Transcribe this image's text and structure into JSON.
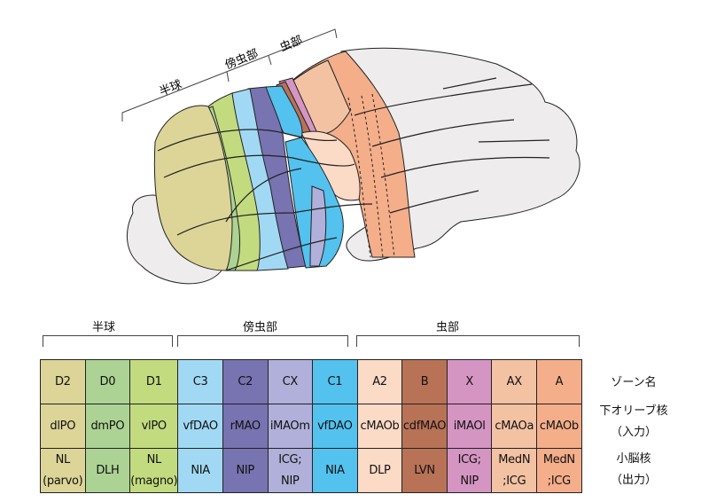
{
  "diagram_labels": {
    "hemisphere": "半球",
    "paravermis": "傍虫部",
    "vermis": "虫部"
  },
  "groups": [
    {
      "label": "半球"
    },
    {
      "label": "傍虫部"
    },
    {
      "label": "虫部"
    }
  ],
  "row_labels": {
    "zone": "ゾーン名",
    "input": "下オリーブ核",
    "input_sub": "（入力）",
    "output": "小脳核",
    "output_sub": "（出力）"
  },
  "zones": [
    {
      "name": "D2",
      "input": "dlPO",
      "output": "NL",
      "output2": "(parvo)",
      "color": "#dcd597"
    },
    {
      "name": "D0",
      "input": "dmPO",
      "output": "DLH",
      "output2": "",
      "color": "#acd394"
    },
    {
      "name": "D1",
      "input": "vlPO",
      "output": "NL",
      "output2": "(magno)",
      "color": "#c3db7f"
    },
    {
      "name": "C3",
      "input": "vfDAO",
      "output": "NIA",
      "output2": "",
      "color": "#a1d9f4"
    },
    {
      "name": "C2",
      "input": "rMAO",
      "output": "NIP",
      "output2": "",
      "color": "#7873b1"
    },
    {
      "name": "CX",
      "input": "iMAOm",
      "output": "ICG;",
      "output2": "NIP",
      "color": "#b0b0da"
    },
    {
      "name": "C1",
      "input": "vfDAO",
      "output": "NIA",
      "output2": "",
      "color": "#53c2ee"
    },
    {
      "name": "A2",
      "input": "cMAOb",
      "output": "DLP",
      "output2": "",
      "color": "#fbdac6"
    },
    {
      "name": "B",
      "input": "cdfMAO",
      "output": "LVN",
      "output2": "",
      "color": "#b87256"
    },
    {
      "name": "X",
      "input": "iMAOl",
      "output": "ICG;",
      "output2": "NIP",
      "color": "#d595c2"
    },
    {
      "name": "AX",
      "input": "cMAOa",
      "output": "MedN",
      "output2": ";ICG",
      "color": "#f2c2a3"
    },
    {
      "name": "A",
      "input": "cMAOb",
      "output": "MedN",
      "output2": ";ICG",
      "color": "#f4ae8a"
    }
  ]
}
